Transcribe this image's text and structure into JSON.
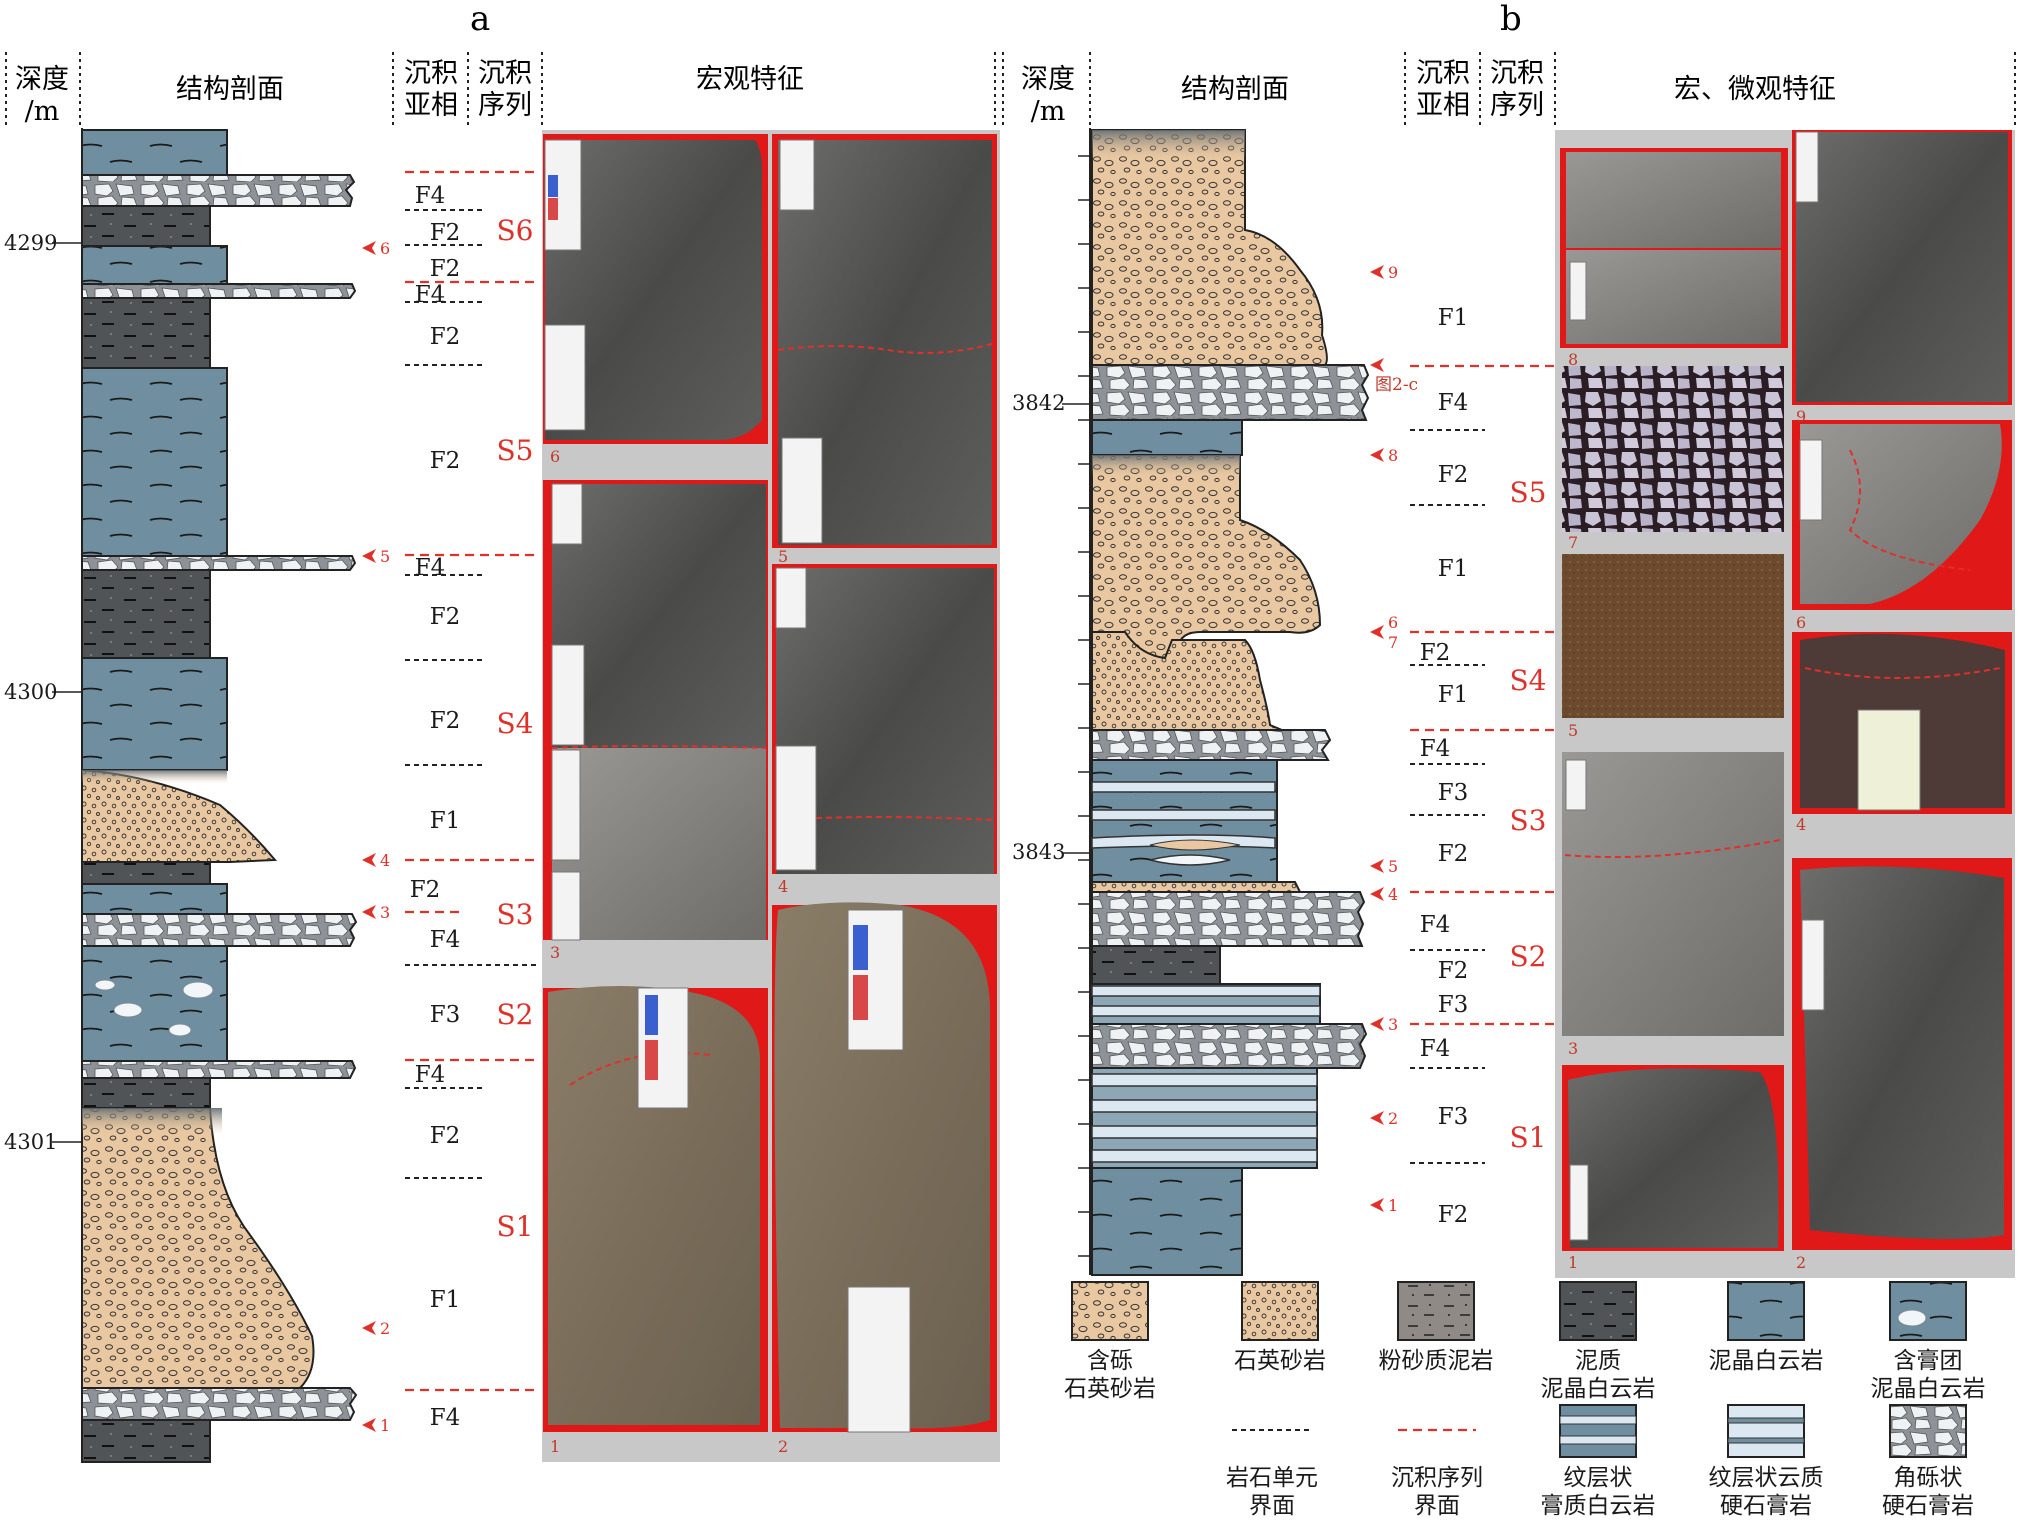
{
  "panels": [
    {
      "letter": "a",
      "headers": {
        "depth": "深度\n/m",
        "profile": "结构剖面",
        "subfacies": "沉积\n亚相",
        "sequence": "沉积\n序列",
        "features": "宏观特征"
      },
      "depth_ticks": [
        "4299",
        "4300",
        "4301"
      ],
      "facies_labels": [
        "F4",
        "F2",
        "F2",
        "F4",
        "F2",
        "F2",
        "F4",
        "F2",
        "F2",
        "F1",
        "F2",
        "F4",
        "F3",
        "F4",
        "F2",
        "F1",
        "F4"
      ],
      "sequence_labels": [
        "S6",
        "S5",
        "S4",
        "S3",
        "S2",
        "S1"
      ],
      "markers": [
        "6",
        "5",
        "4",
        "3",
        "2",
        "1"
      ],
      "photo_labels": [
        "6",
        "5",
        "3",
        "4",
        "1",
        "2"
      ]
    },
    {
      "letter": "b",
      "headers": {
        "depth": "深度\n/m",
        "profile": "结构剖面",
        "subfacies": "沉积\n亚相",
        "sequence": "沉积\n序列",
        "features": "宏、微观特征"
      },
      "depth_ticks": [
        "3842",
        "3843"
      ],
      "facies_labels": [
        "F1",
        "F4",
        "F2",
        "F1",
        "F2",
        "F1",
        "F4",
        "F3",
        "F2",
        "F4",
        "F2",
        "F3",
        "F4",
        "F3",
        "F2"
      ],
      "sequence_labels": [
        "S5",
        "S4",
        "S3",
        "S2",
        "S1"
      ],
      "markers": [
        "9",
        "8",
        "6",
        "7",
        "5",
        "4",
        "3",
        "2",
        "1"
      ],
      "figure_ref": "图2-c",
      "photo_labels": [
        "8",
        "9",
        "7",
        "6",
        "5",
        "4",
        "3",
        "2",
        "1"
      ]
    }
  ],
  "legend": [
    {
      "label": "含砾\n石英砂岩",
      "swatch": "pebbly-sandstone"
    },
    {
      "label": "石英砂岩",
      "swatch": "quartz-sandstone"
    },
    {
      "label": "粉砂质泥岩",
      "swatch": "silty-mudstone"
    },
    {
      "label": "泥质\n泥晶白云岩",
      "swatch": "argillaceous-dolomicrite"
    },
    {
      "label": "泥晶白云岩",
      "swatch": "dolomicrite"
    },
    {
      "label": "含膏团\n泥晶白云岩",
      "swatch": "gypsum-nodule-dolomicrite"
    },
    {
      "label": "岩石单元\n界面",
      "swatch": "black-dashed-line"
    },
    {
      "label": "沉积序列\n界面",
      "swatch": "red-dashed-line"
    },
    {
      "label": "纹层状\n膏质白云岩",
      "swatch": "laminated-gypsiferous-dolomite"
    },
    {
      "label": "纹层状云质\n硬石膏岩",
      "swatch": "laminated-dolomitic-anhydrite"
    },
    {
      "label": "角砾状\n硬石膏岩",
      "swatch": "brecciated-anhydrite"
    }
  ],
  "colors": {
    "dolomicrite": "#6f8fa0",
    "argillaceous_dolomicrite": "#505456",
    "sandstone": "#e9c8a1",
    "anhydrite": "#dfe6ec",
    "lamina_light": "#dce8f1",
    "sequence_red": "#e0302a",
    "photo_frame": "#c8c8c8"
  }
}
